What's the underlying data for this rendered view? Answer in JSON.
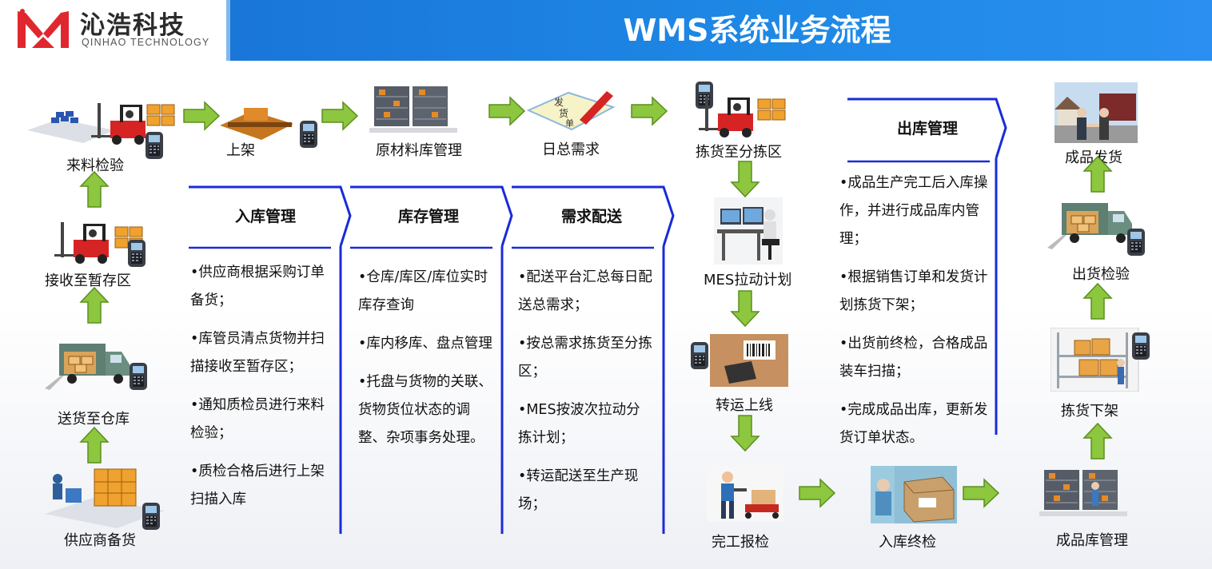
{
  "header": {
    "logo_cn": "沁浩科技",
    "logo_en": "QINHAO TECHNOLOGY",
    "title": "WMS系统业务流程"
  },
  "nodes": {
    "supplier_prep": "供应商备货",
    "deliver": "送货至仓库",
    "receive": "接收至暂存区",
    "inspect": "来料检验",
    "shelve": "上架",
    "raw_mgmt": "原材料库管理",
    "daily_demand": "日总需求",
    "pick_sort": "拣货至分拣区",
    "mes_plan": "MES拉动计划",
    "transfer": "转运上线",
    "complete_report": "完工报检",
    "final_inspect": "入库终检",
    "fg_mgmt": "成品库管理",
    "pick_down": "拣货下架",
    "ship_inspect": "出货检验",
    "fg_ship": "成品发货"
  },
  "panels": {
    "inbound": {
      "title": "入库管理",
      "items": [
        "•供应商根据采购订单备货；",
        "•库管员清点货物并扫描接收至暂存区；",
        "•通知质检员进行来料检验；",
        "•质检合格后进行上架扫描入库"
      ]
    },
    "inventory": {
      "title": "库存管理",
      "items": [
        "•仓库/库区/库位实时库存查询",
        "•库内移库、盘点管理",
        "•托盘与货物的关联、货物货位状态的调整、杂项事务处理。"
      ]
    },
    "delivery": {
      "title": "需求配送",
      "items": [
        "•配送平台汇总每日配送总需求；",
        "•按总需求拣货至分拣区；",
        "•MES按波次拉动分拣计划；",
        "•转运配送至生产现场；"
      ]
    },
    "outbound": {
      "title": "出库管理",
      "items": [
        "•成品生产完工后入库操作，并进行成品库内管理；",
        "•根据销售订单和发货计划拣货下架；",
        "•出货前终检，合格成品装车扫描；",
        "•完成成品出库，更新发货订单状态。"
      ]
    }
  },
  "colors": {
    "title_bar": "#1e88e5",
    "arrow_fill": "#8dc63f",
    "arrow_stroke": "#5a8f1e",
    "panel_line": "#1a2bd8",
    "logo_red": "#e0272f"
  }
}
